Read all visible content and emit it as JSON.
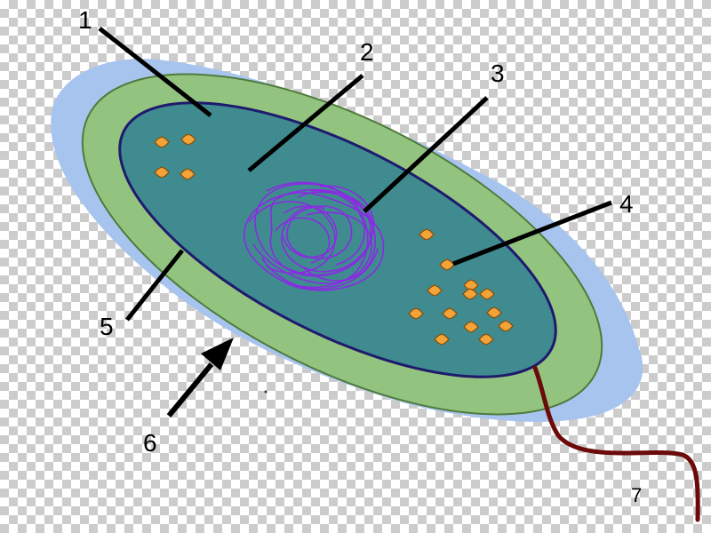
{
  "labels": {
    "l1": "1",
    "l2": "2",
    "l3": "3",
    "l4": "4",
    "l5": "5",
    "l6": "6",
    "l7": "7"
  },
  "colors": {
    "capsule": "#a7c4ee",
    "cell_wall": "#92c47f",
    "cytoplasm": "#3f8b8f",
    "membrane": "#1f1a6e",
    "nucleoid": "#8a2be2",
    "ribosome": "#f2a33a",
    "flagellum": "#6b0a0a",
    "pointer": "#000000"
  }
}
